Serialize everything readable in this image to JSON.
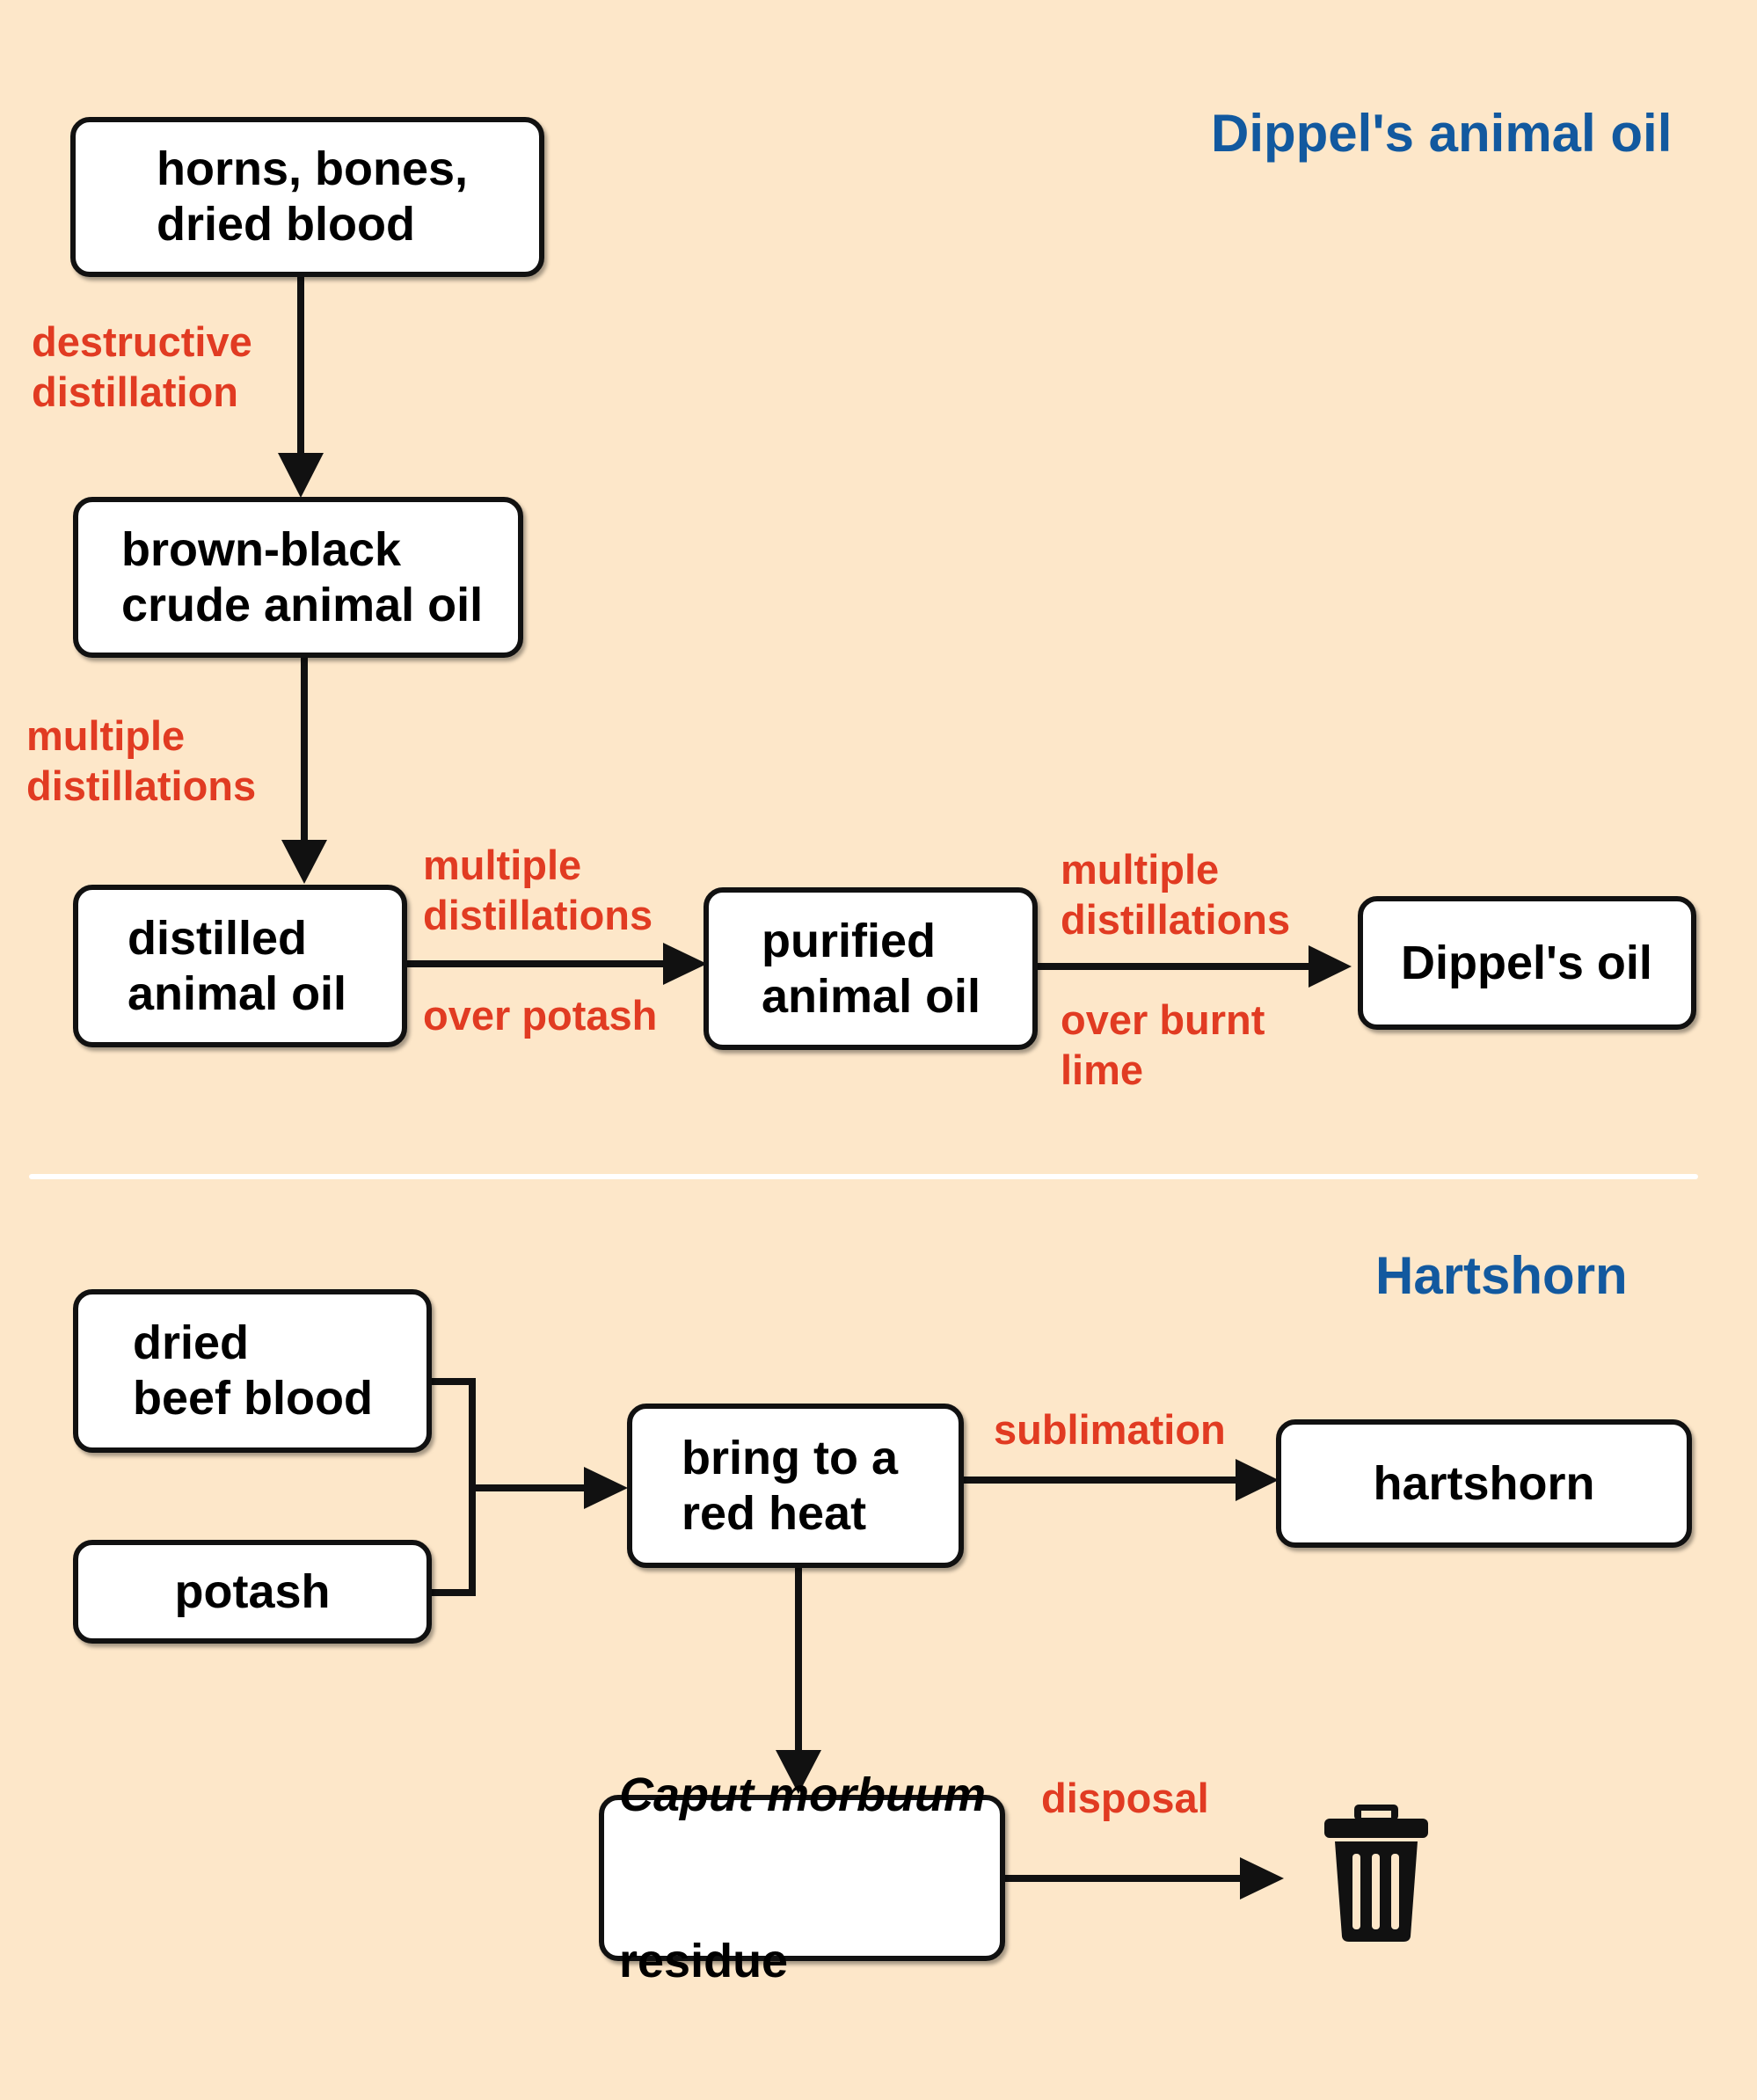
{
  "sections": {
    "top_title": "Dippel's animal oil",
    "bottom_title": "Hartshorn"
  },
  "nodes": {
    "horns": "horns, bones,\ndried blood",
    "crude": "brown-black\ncrude animal oil",
    "distilled": "distilled\nanimal oil",
    "purified": "purified\nanimal oil",
    "dippels": "Dippel's oil",
    "beef_blood": "dried\nbeef blood",
    "potash": "potash",
    "red_heat": "bring to a\nred heat",
    "hartshorn": "hartshorn",
    "caput_italic": "Caput morbuum",
    "caput_rest": "residue"
  },
  "edge_labels": {
    "destructive": "destructive\ndistillation",
    "multi1": "multiple\ndistillations",
    "multi2": "multiple\ndistillations",
    "over_potash": "over potash",
    "multi3": "multiple\ndistillations",
    "over_lime": "over burnt\nlime",
    "sublimation": "sublimation",
    "disposal": "disposal"
  },
  "icons": {
    "disposal_target": "trash-can-icon"
  },
  "colors": {
    "background": "#fde7c9",
    "edge_label": "#e13b22",
    "section_title": "#12599f",
    "box_border": "#111111"
  }
}
